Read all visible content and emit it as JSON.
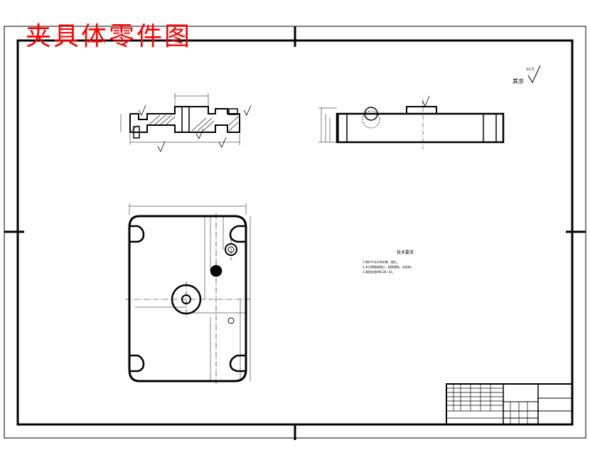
{
  "title": "夹具体零件图",
  "roughness": {
    "other_label": "其余",
    "value": "12.5"
  },
  "technical_requirements": {
    "title": "技术要求",
    "lines": [
      "1.铸件不允许有砂眼、缩孔。",
      "2.未注倒角按图示，锐角倒钝，去毛刺。",
      "3.调质处理HRC28~32。"
    ]
  },
  "colors": {
    "title_red": "#ff0000",
    "line": "#000000",
    "background": "#ffffff"
  }
}
